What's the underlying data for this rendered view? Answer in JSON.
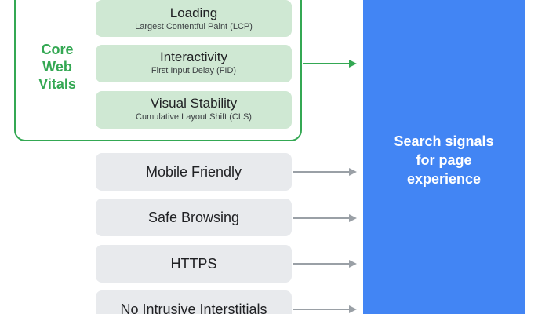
{
  "core_web_vitals": {
    "title_lines": [
      "Core",
      "Web",
      "Vitals"
    ],
    "items": [
      {
        "label": "Loading",
        "detail": "Largest Contentful Paint (LCP)"
      },
      {
        "label": "Interactivity",
        "detail": "First Input Delay (FID)"
      },
      {
        "label": "Visual Stability",
        "detail": "Cumulative Layout Shift (CLS)"
      }
    ]
  },
  "other_signals": [
    {
      "label": "Mobile Friendly"
    },
    {
      "label": "Safe Browsing"
    },
    {
      "label": "HTTPS"
    },
    {
      "label": "No Intrusive Interstitials"
    }
  ],
  "target": {
    "label_lines": [
      "Search signals",
      "for page",
      "experience"
    ]
  },
  "colors": {
    "green": "#34a853",
    "green_fill": "#cfe8d3",
    "grey_fill": "#e8eaed",
    "arrow_grey": "#9aa0a6",
    "blue": "#4285f4"
  }
}
